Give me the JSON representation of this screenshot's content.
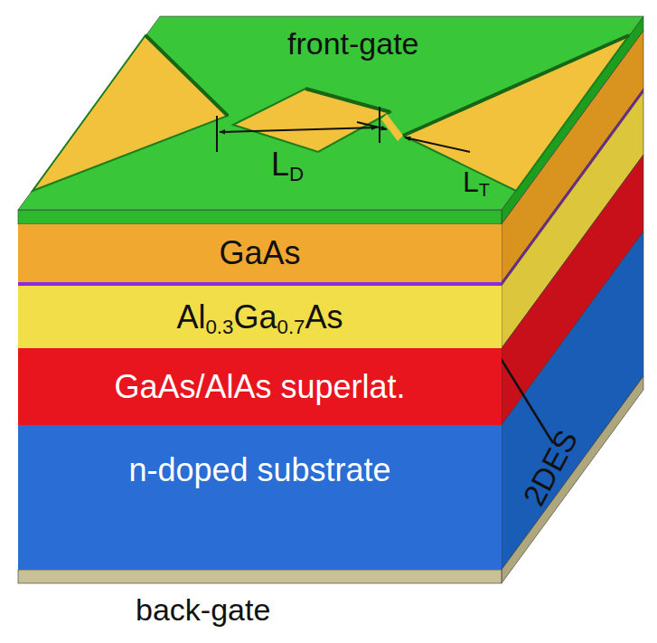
{
  "diagram": {
    "nodes": [
      {
        "text": [
          "GaAs"
        ]
      },
      {
        "text": [
          "Al0.3Ga0.7As"
        ]
      },
      {
        "text": [
          "GaAs/AlAs superlat."
        ]
      },
      {
        "text": [
          "n-doped substrate"
        ]
      }
    ],
    "labels": [
      "front-gate",
      "LD",
      "LT",
      "2DES",
      "back-gate"
    ]
  }
}
